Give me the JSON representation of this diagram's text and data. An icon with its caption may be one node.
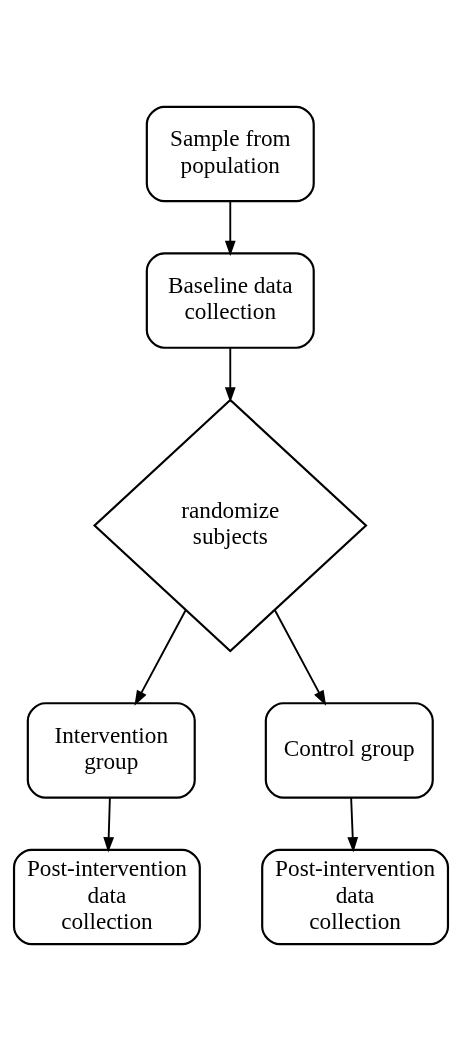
{
  "diagram": {
    "nodes": [
      {
        "text": [
          "Sample from population"
        ]
      },
      {
        "text": [
          "Baseline data collection"
        ]
      },
      {
        "text": [
          "randomize subjects"
        ]
      },
      {
        "text": [
          "Intervention group"
        ]
      },
      {
        "text": [
          "Control group"
        ]
      },
      {
        "text": [
          "Post-intervention data collection"
        ]
      },
      {
        "text": [
          "Post-intervention data collection"
        ]
      }
    ],
    "edges": [
      {
        "from": 0,
        "to": 1,
        "arrow": "to"
      },
      {
        "from": 1,
        "to": 2,
        "arrow": "to"
      },
      {
        "from": 2,
        "to": 3,
        "arrow": "to"
      },
      {
        "from": 2,
        "to": 4,
        "arrow": "to"
      },
      {
        "from": 3,
        "to": 5,
        "arrow": "to"
      },
      {
        "from": 4,
        "to": 6,
        "arrow": "to"
      }
    ]
  }
}
